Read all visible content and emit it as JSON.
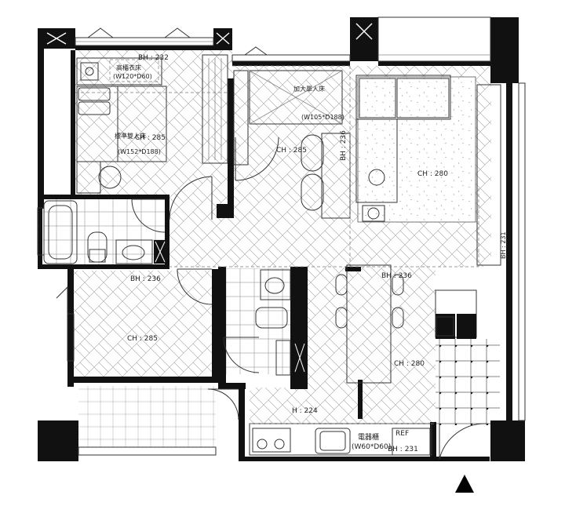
{
  "rooms": {
    "master_bedroom_bh": "BH : 232",
    "master_bedroom_ch": "CH : 285",
    "master_bed_label": "標準雙人床",
    "master_bed_size": "(W152*D188)",
    "bedside_label": "高櫃衣床",
    "bedside_size": "(W120*D60)",
    "bedroom2_bed_label": "加大單人床",
    "bedroom2_bed_size": "(W105*D188)",
    "bedroom2_ch": "CH : 285",
    "bedroom2_bh": "BH : 236",
    "living_ch": "CH : 280",
    "living_bh": "BH : 236",
    "bedroom3_bh": "BH : 236",
    "bedroom3_ch": "CH : 285",
    "dining_ch": "CH : 280",
    "kitchen_h": "H : 224",
    "fridge_label": "電器櫃",
    "fridge_size": "(W60*D60)",
    "ref_label": "REF",
    "ref_bh": "BH : 231",
    "side_label": "BH : 231"
  },
  "compass": {
    "north_marker": "north-arrow"
  }
}
